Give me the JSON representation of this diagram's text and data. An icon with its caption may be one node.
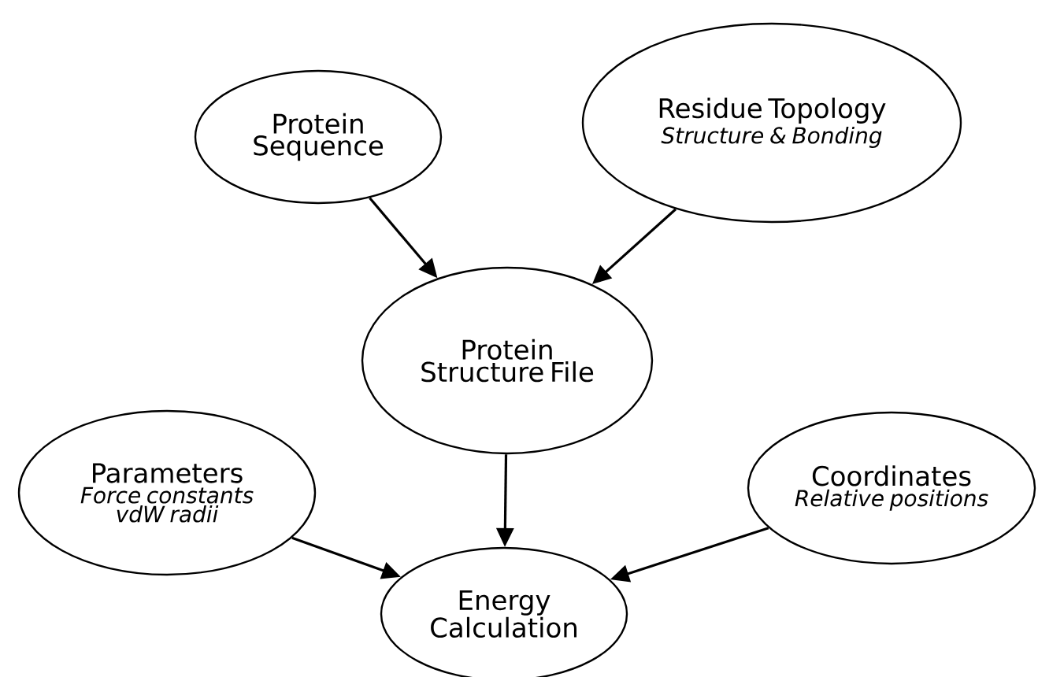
{
  "diagram": {
    "nodes": [
      {
        "text": [
          "Protein Sequence"
        ]
      },
      {
        "text": [
          "Residue Topology",
          "Structure & Bonding"
        ]
      },
      {
        "text": [
          "Protein Structure File"
        ]
      },
      {
        "text": [
          "Parameters",
          "Force constants vdW radii"
        ]
      },
      {
        "text": [
          "Coordinates",
          "Relative positions"
        ]
      },
      {
        "text": [
          "Energy Calculation"
        ]
      }
    ],
    "edges": [
      {
        "from": 0,
        "to": 2,
        "arrow": "to"
      },
      {
        "from": 1,
        "to": 2,
        "arrow": "to"
      },
      {
        "from": 2,
        "to": 5,
        "arrow": "to"
      },
      {
        "from": 3,
        "to": 5,
        "arrow": "to"
      },
      {
        "from": 4,
        "to": 5,
        "arrow": "to"
      }
    ]
  }
}
